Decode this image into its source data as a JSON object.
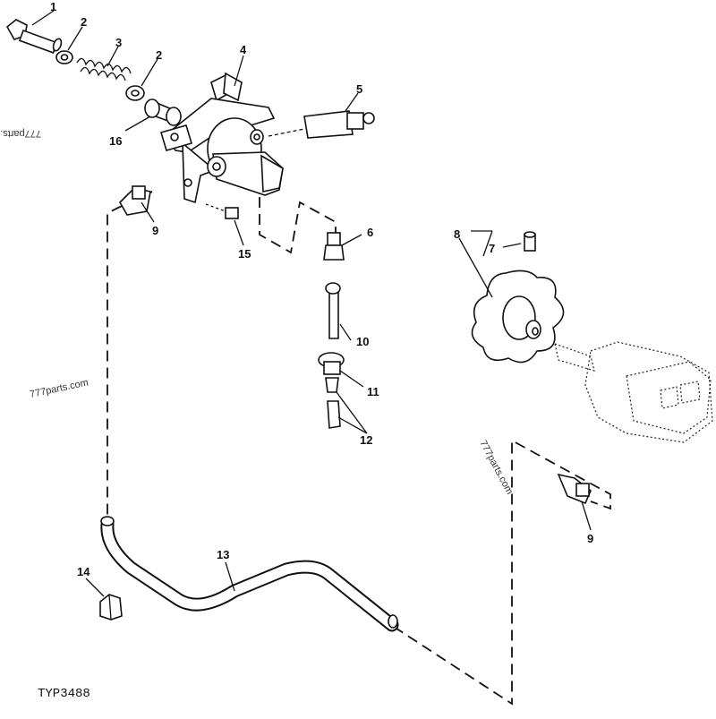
{
  "diagram": {
    "drawing_code": "TYP3488",
    "watermarks": [
      "777parts.com",
      "777parts.com",
      "777parts.com"
    ],
    "callouts": [
      {
        "id": "c1",
        "label": "1"
      },
      {
        "id": "c2a",
        "label": "2"
      },
      {
        "id": "c3",
        "label": "3"
      },
      {
        "id": "c2b",
        "label": "2"
      },
      {
        "id": "c4",
        "label": "4"
      },
      {
        "id": "c5",
        "label": "5"
      },
      {
        "id": "c16",
        "label": "16"
      },
      {
        "id": "c9a",
        "label": "9"
      },
      {
        "id": "c15",
        "label": "15"
      },
      {
        "id": "c6",
        "label": "6"
      },
      {
        "id": "c8",
        "label": "8"
      },
      {
        "id": "c7",
        "label": "7"
      },
      {
        "id": "c10",
        "label": "10"
      },
      {
        "id": "c11",
        "label": "11"
      },
      {
        "id": "c12",
        "label": "12"
      },
      {
        "id": "c9b",
        "label": "9"
      },
      {
        "id": "c13",
        "label": "13"
      },
      {
        "id": "c14",
        "label": "14"
      }
    ]
  }
}
